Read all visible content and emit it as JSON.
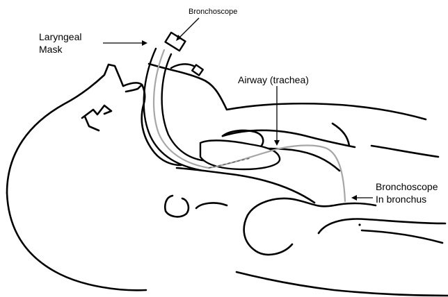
{
  "labels": {
    "bronchoscope_top": "Bronchoscope",
    "laryngeal_mask_line1": "Laryngeal",
    "laryngeal_mask_line2": "Mask",
    "airway": "Airway (trachea)",
    "bronchoscope_bronchus_line1": "Bronchoscope",
    "bronchoscope_bronchus_line2": "In bronchus"
  },
  "colors": {
    "outline": "#000000",
    "scope": "#a6a6a6",
    "background": "#ffffff"
  }
}
